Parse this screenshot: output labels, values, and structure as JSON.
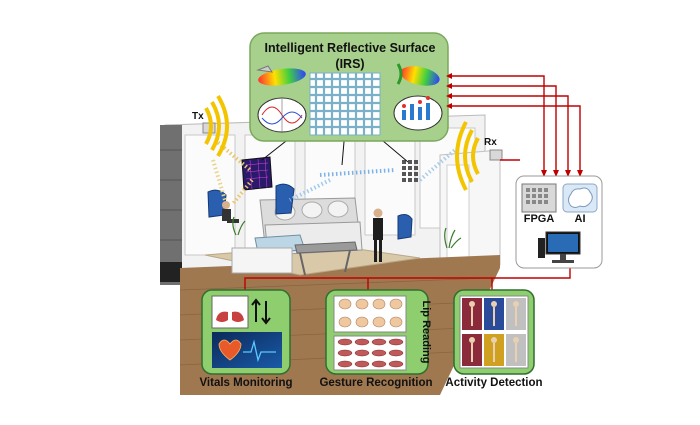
{
  "irs": {
    "title_line1": "Intelligent Reflective Surface",
    "title_line2": "(IRS)"
  },
  "antennas": {
    "tx_label": "Tx",
    "rx_label": "Rx"
  },
  "processing": {
    "fpga_label": "FPGA",
    "ai_label": "AI"
  },
  "applications": {
    "vitals": "Vitals Monitoring",
    "gesture": "Gesture Recognition",
    "lip": "Lip Reading",
    "activity": "Activity Detection"
  },
  "colors": {
    "irs_panel": "#a8d08d",
    "irs_border": "#7aa85c",
    "app_panel": "#8fce6f",
    "app_border": "#2f6f2f",
    "signal_line": "#c00000",
    "wifi_arc": "#f2c500",
    "floor": "#a07850",
    "wall": "#eeeeee",
    "monitor_blue": "#2a6bb5"
  }
}
